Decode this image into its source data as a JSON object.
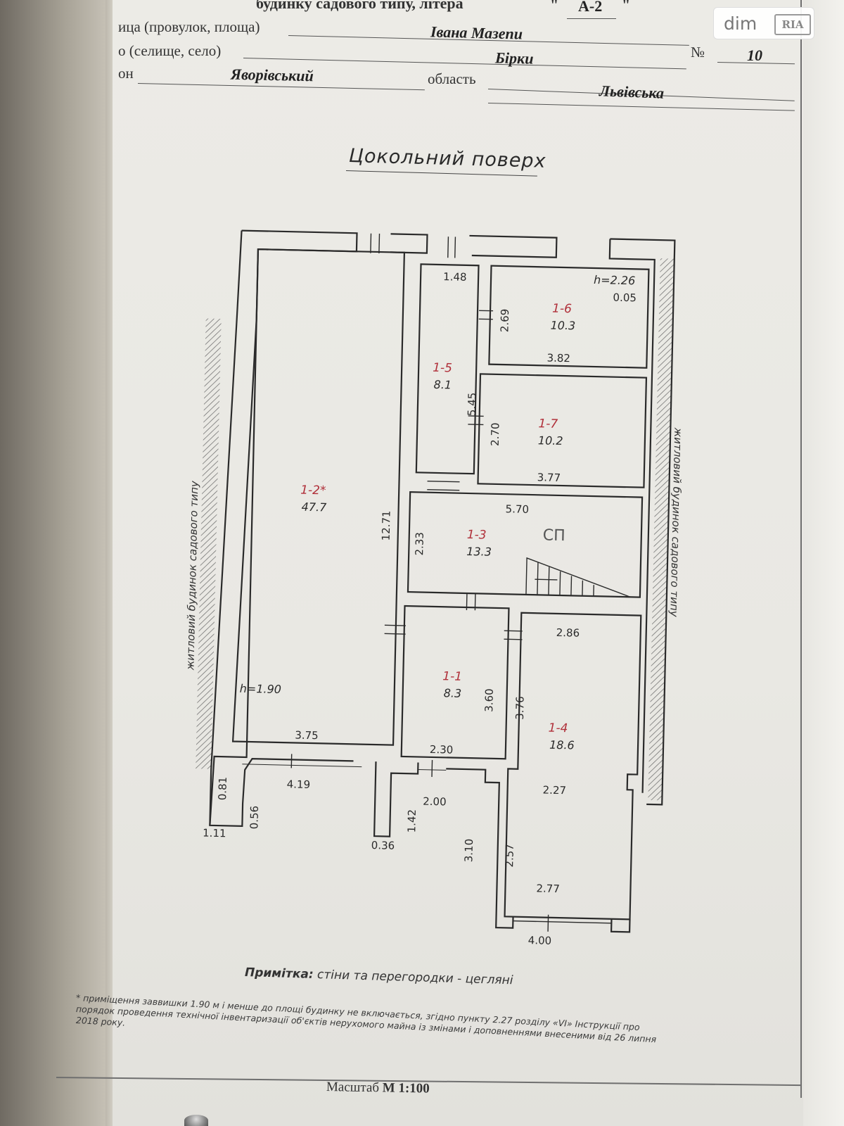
{
  "header": {
    "top_line": "будинку садового типу, літера",
    "litera": "А-2",
    "street_label": "ица (провулок, площа)",
    "street_value": "Івана Мазепи",
    "village_label": "о (селище, село)",
    "village_value": "Бірки",
    "number_label": "№",
    "number_value": "10",
    "district_label": "он",
    "district_value": "Яворівський",
    "region_label": "область",
    "region_value": "Львівська"
  },
  "watermark": {
    "text": "dim",
    "logo": "RIA"
  },
  "plan": {
    "title": "Цокольний поверх",
    "rooms": [
      {
        "id": "1-2*",
        "area": "47.7"
      },
      {
        "id": "1-5",
        "area": "8.1"
      },
      {
        "id": "1-6",
        "area": "10.3"
      },
      {
        "id": "1-7",
        "area": "10.2"
      },
      {
        "id": "1-3",
        "area": "13.3"
      },
      {
        "id": "1-1",
        "area": "8.3"
      },
      {
        "id": "1-4",
        "area": "18.6"
      }
    ],
    "heights": {
      "upper": "h=2.26",
      "lower": "h=1.90"
    },
    "stair_label": "СП",
    "dimensions": {
      "d1_48": "1.48",
      "d0_05": "0.05",
      "d2_69": "2.69",
      "d3_82": "3.82",
      "d5_45": "5.45",
      "d2_70": "2.70",
      "d3_77": "3.77",
      "d5_70": "5.70",
      "d12_71": "12.71",
      "d2_33": "2.33",
      "d2_86": "2.86",
      "d3_60": "3.60",
      "d3_76": "3.76",
      "d3_75": "3.75",
      "d2_30": "2.30",
      "d2_27": "2.27",
      "d4_19": "4.19",
      "d2_00": "2.00",
      "d0_81": "0.81",
      "d0_56": "0.56",
      "d1_11": "1.11",
      "d1_42": "1.42",
      "d0_36": "0.36",
      "d3_10": "3.10",
      "d2_57": "2.57",
      "d2_77": "2.77",
      "d4_00": "4.00"
    },
    "side_left": "житловий будинок садового типу",
    "side_right": "житловий будинок садового типу"
  },
  "note": {
    "label": "Примітка:",
    "text": "стіни та перегородки - цегляні"
  },
  "footnote": {
    "line1": "* приміщення заввишки 1.90 м і менше до площі будинку не включається, згідно пункту 2.27 розділу «VI» Інструкції про",
    "line2": "порядок проведення технічної інвентаризації об'єктів нерухомого майна із змінами і доповненнями внесеними від 26 липня",
    "line3": "2018 року."
  },
  "scale": {
    "label": "Масштаб",
    "value": "М 1:100"
  }
}
